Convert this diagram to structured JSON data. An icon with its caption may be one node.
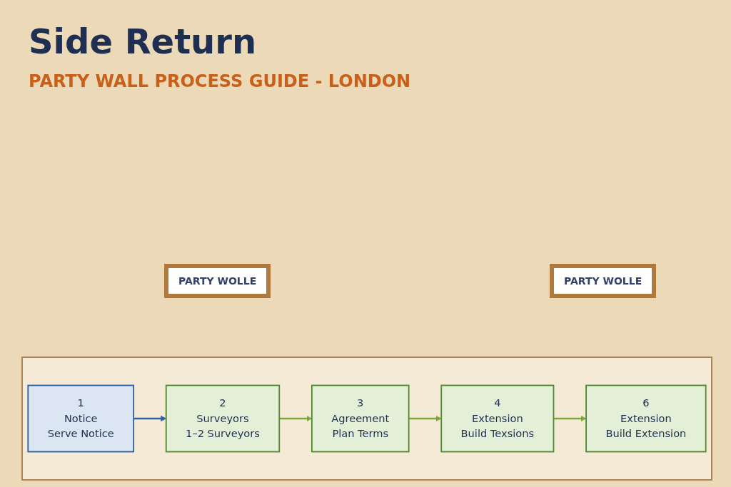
{
  "diagram": {
    "title": "Side Return",
    "nodes": [
      {
        "text": [
          "1",
          "Notice",
          "Serve Notice"
        ]
      },
      {
        "text": [
          "2",
          "Surveyors",
          "1–2 Surveyors"
        ]
      },
      {
        "text": [
          "3",
          "Agreement",
          "Plan Terms"
        ]
      },
      {
        "text": [
          "4",
          "Extension",
          "Build Texsions"
        ]
      },
      {
        "text": [
          "6",
          "Extension",
          "Build Extension"
        ]
      }
    ],
    "edges": [
      {
        "from": 0,
        "to": 1,
        "arrow": "to",
        "color": "#2e5fa8"
      },
      {
        "from": 1,
        "to": 2,
        "arrow": "to"
      },
      {
        "from": 2,
        "to": 3,
        "arrow": "to"
      },
      {
        "from": 3,
        "to": 4,
        "arrow": "to"
      }
    ],
    "labels": [
      "PARTY WALL PROCESS GUIDE - LONDON",
      "PARTY WOLLE",
      "PARTY WOLLE"
    ]
  }
}
